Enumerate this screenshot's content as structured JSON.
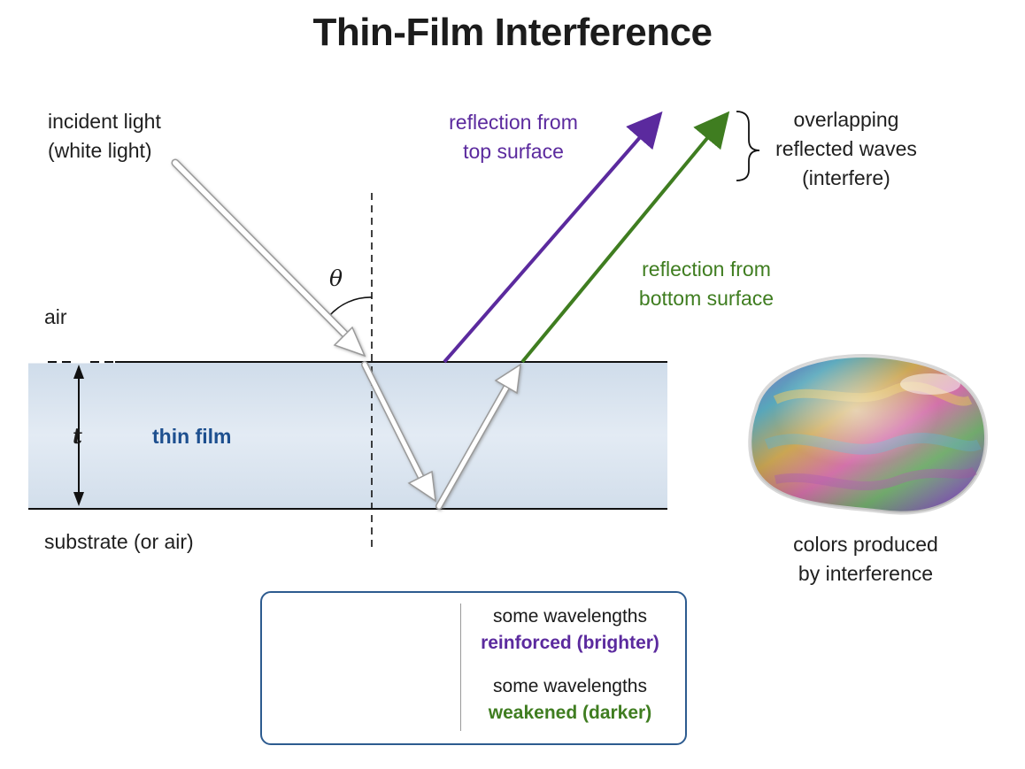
{
  "title": "Thin-Film Interference",
  "labels": {
    "incident_line1": "incident light",
    "incident_line2": "(white light)",
    "air": "air",
    "substrate": "substrate (or air)",
    "thin_film": "thin film",
    "theta": "θ",
    "thickness": "t",
    "reflection_top_line1": "reflection from",
    "reflection_top_line2": "top surface",
    "reflection_bottom_line1": "reflection from",
    "reflection_bottom_line2": "bottom surface",
    "overlap_line1": "overlapping",
    "overlap_line2": "reflected waves",
    "overlap_line3": "(interfere)",
    "bubble_line1": "colors produced",
    "bubble_line2": "by interference"
  },
  "legend": {
    "row1_line1": "some wavelengths",
    "row1_line2": "reinforced (brighter)",
    "row2_line1": "some wavelengths",
    "row2_line2": "weakened (darker)"
  },
  "colors": {
    "purple": "#5b2a9e",
    "green": "#3f7d20",
    "film": "#dbe6f1",
    "legend_border": "#2d5b8f"
  }
}
